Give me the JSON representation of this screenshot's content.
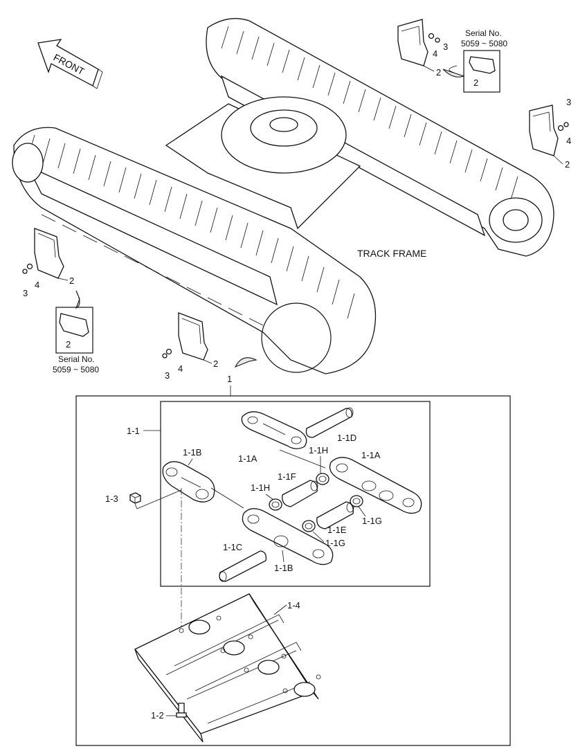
{
  "labels": {
    "front": "FRONT",
    "track_frame": "TRACK FRAME",
    "serial_no": "Serial No.",
    "serial_range": "5059 ~ 5080",
    "p1": "1",
    "p1_1": "1-1",
    "p1_1A": "1-1A",
    "p1_1B": "1-1B",
    "p1_1C": "1-1C",
    "p1_1D": "1-1D",
    "p1_1E": "1-1E",
    "p1_1F": "1-1F",
    "p1_1G": "1-1G",
    "p1_1H": "1-1H",
    "p1_2": "1-2",
    "p1_3": "1-3",
    "p1_4": "1-4",
    "p2": "2",
    "p3": "3",
    "p4": "4"
  }
}
